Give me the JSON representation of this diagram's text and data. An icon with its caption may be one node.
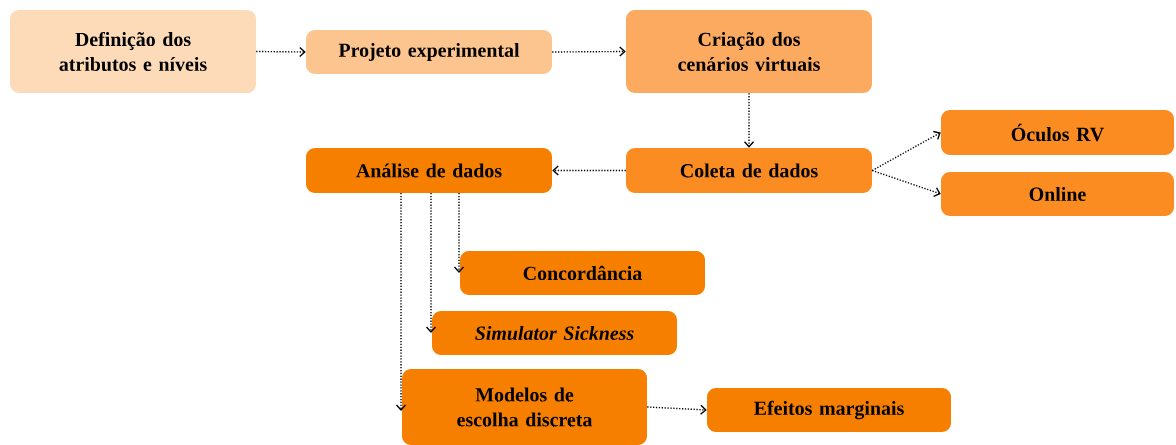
{
  "diagram": {
    "nodes": [
      {
        "text": [
          "Definição dos atributos e níveis"
        ]
      },
      {
        "text": [
          "Projeto experimental"
        ]
      },
      {
        "text": [
          "Criação dos cenários virtuais"
        ]
      },
      {
        "text": [
          "Coleta de dados"
        ]
      },
      {
        "text": [
          "Óculos RV"
        ]
      },
      {
        "text": [
          "Online"
        ]
      },
      {
        "text": [
          "Análise de dados"
        ]
      },
      {
        "text": [
          "Concordância"
        ]
      },
      {
        "text": [
          "Simulator Sickness"
        ]
      },
      {
        "text": [
          "Modelos de escolha discreta"
        ]
      },
      {
        "text": [
          "Efeitos marginais"
        ]
      }
    ],
    "edges": [
      {
        "from": 0,
        "to": 1,
        "arrow": "to",
        "style": "dashed"
      },
      {
        "from": 1,
        "to": 2,
        "arrow": "to",
        "style": "dashed"
      },
      {
        "from": 2,
        "to": 3,
        "arrow": "to",
        "style": "dashed"
      },
      {
        "from": 3,
        "to": 6,
        "arrow": "to",
        "style": "dashed"
      },
      {
        "from": 3,
        "to": 4,
        "arrow": "to",
        "style": "dashed"
      },
      {
        "from": 3,
        "to": 5,
        "arrow": "to",
        "style": "dashed"
      },
      {
        "from": 6,
        "to": 7,
        "arrow": "to",
        "style": "dashed"
      },
      {
        "from": 6,
        "to": 8,
        "arrow": "to",
        "style": "dashed"
      },
      {
        "from": 6,
        "to": 9,
        "arrow": "to",
        "style": "dashed"
      },
      {
        "from": 9,
        "to": 10,
        "arrow": "to",
        "style": "dashed"
      }
    ]
  }
}
